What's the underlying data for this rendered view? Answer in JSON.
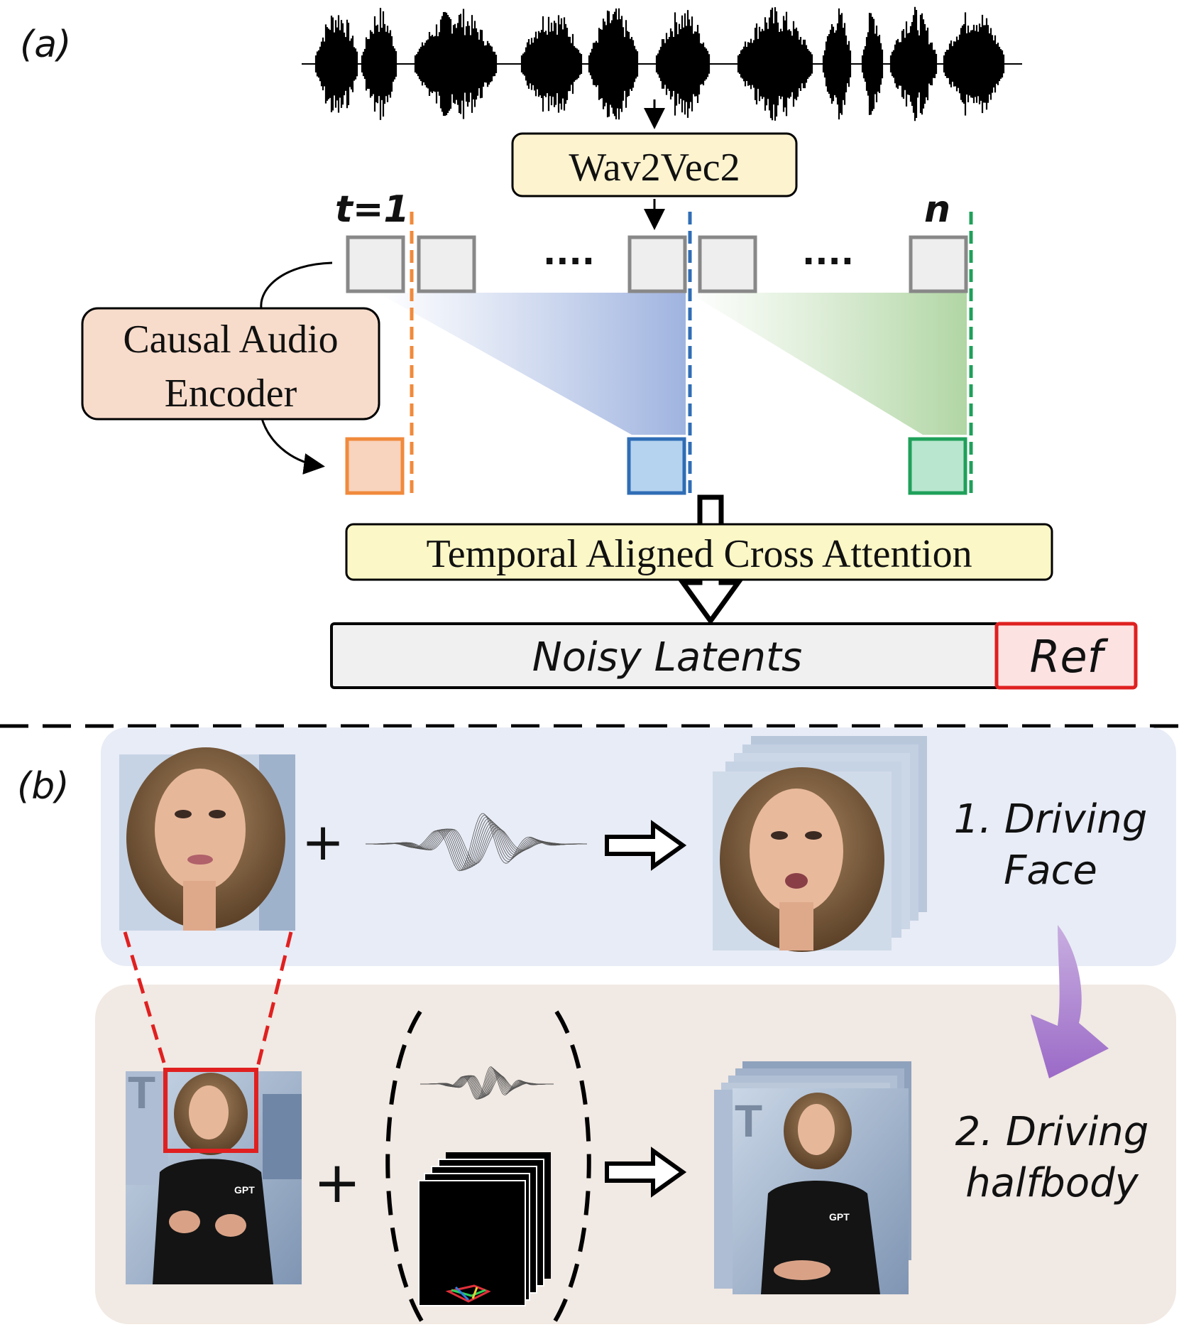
{
  "part_a": {
    "label": "(a)",
    "wav2vec_label": "Wav2Vec2",
    "t_start_label": "t=1",
    "t_end_label": "n",
    "dots_1": "....",
    "dots_2": "....",
    "encoder_line1": "Causal Audio",
    "encoder_line2": "Encoder",
    "cross_attention_label": "Temporal Aligned Cross Attention",
    "noisy_latents_label": "Noisy Latents",
    "ref_label": "Ref"
  },
  "part_b": {
    "label": "(b)",
    "plus_1": "+",
    "plus_2": "+",
    "step1_line1": "1. Driving",
    "step1_line2": "Face",
    "step2_line1": "2. Driving",
    "step2_line2": "halfbody",
    "shirt_text": "GPT"
  },
  "colors": {
    "orange": "#f08a3c",
    "blue": "#2f6db5",
    "green": "#1fa05a",
    "wav2vec_fill": "#fdf3cf",
    "encoder_fill": "#f8dccb",
    "cross_fill": "#fbf7c6",
    "ref_border": "#e02020",
    "ref_fill": "#fde2e2",
    "panel1_bg": "#e8ecf6",
    "panel2_bg": "#f1e9e3",
    "purple_arrow": "#a77cc9"
  }
}
